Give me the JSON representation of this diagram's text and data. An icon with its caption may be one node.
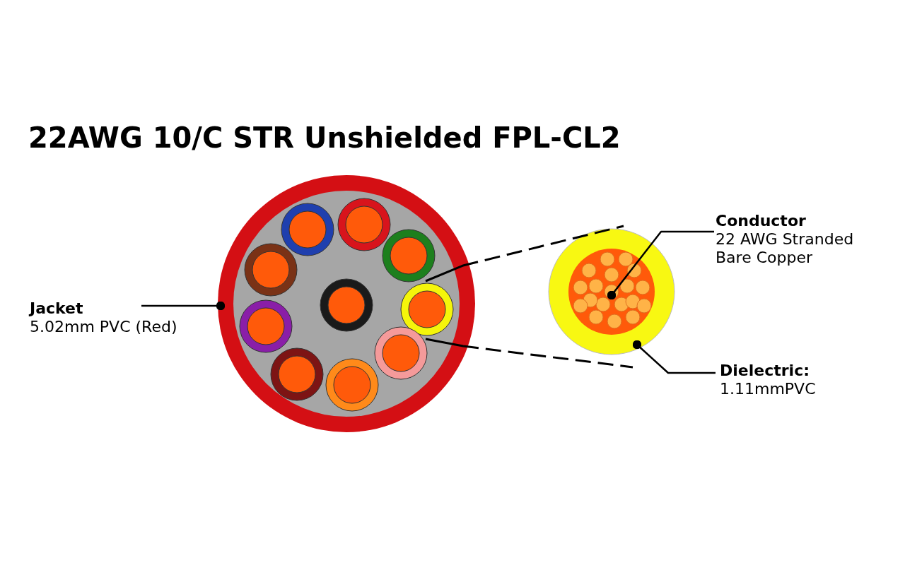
{
  "diagram": {
    "title": "22AWG 10/C STR Unshielded FPL-CL2",
    "nodes": [
      {
        "text": [
          "Jacket",
          "5.02mm PVC (Red)"
        ]
      },
      {
        "text": [],
        "shape": "circle"
      },
      {
        "text": [
          "Conductor",
          "22 AWG Stranded Bare Copper"
        ]
      },
      {
        "text": [],
        "shape": "circle"
      },
      {
        "text": [],
        "shape": "circle",
        "in": 3
      },
      {
        "text": [
          "Dielectric:",
          "1.11mmPVC"
        ]
      }
    ],
    "edges": [
      {
        "from": 0,
        "to": 1,
        "arrow": "other"
      },
      {
        "from": 2,
        "to": 4,
        "arrow": "other"
      },
      {
        "from": 5,
        "to": 3,
        "arrow": "other"
      },
      {
        "from": 1,
        "to": 3,
        "arrow": "none",
        "style": "dashed"
      },
      {
        "from": 1,
        "to": 3,
        "arrow": "none",
        "style": "dashed"
      }
    ]
  }
}
